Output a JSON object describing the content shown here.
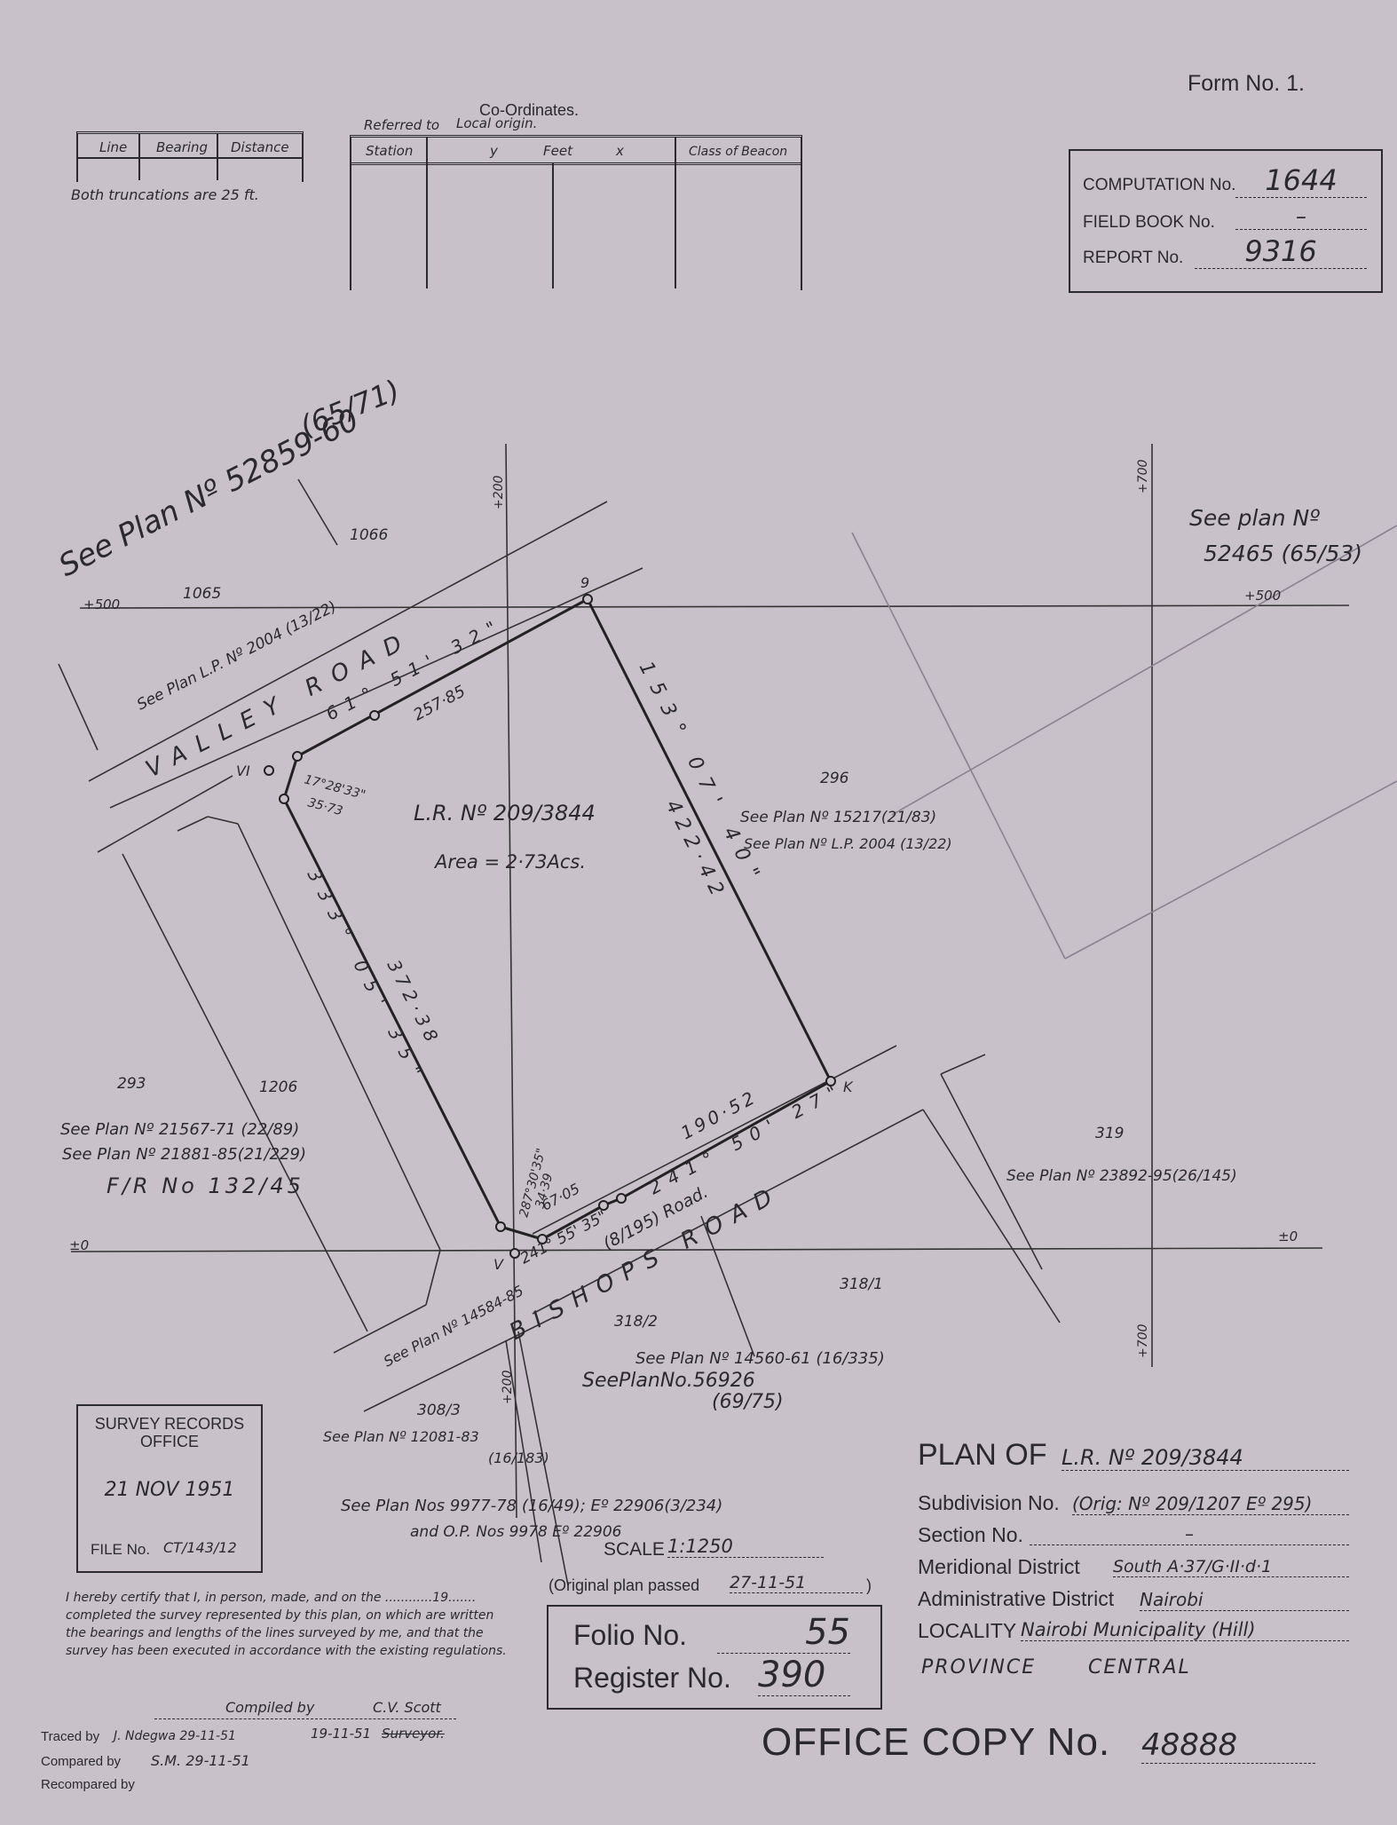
{
  "form_no": "Form No. 1.",
  "comp_box": {
    "computation_label": "COMPUTATION No.",
    "computation_value": "1644",
    "field_book_label": "FIELD BOOK No.",
    "field_book_value": "–",
    "report_label": "REPORT No.",
    "report_value": "9316"
  },
  "line_table": {
    "headers": [
      "Line",
      "Bearing",
      "Distance"
    ],
    "note": "Both truncations are 25 ft."
  },
  "coord_table": {
    "title": "Co-Ordinates.",
    "referred": "Referred to",
    "origin": "Local origin.",
    "headers": [
      "Station",
      "y",
      "Feet",
      "x",
      "Class of Beacon"
    ]
  },
  "plan": {
    "see_plan_top_left": "See Plan Nº 52859-60",
    "ref_65_71": "(65/71)",
    "see_plan_top_right_1": "See plan Nº",
    "see_plan_top_right_2": "52465 (65/53)",
    "grid_500": "+500",
    "grid_500_right": "+500",
    "grid_200_top": "+200",
    "grid_700_top": "+700",
    "grid_0_left": "±0",
    "grid_0_right": "±0",
    "grid_200_bottom": "+200",
    "grid_700_bottom": "+700",
    "lot_1065": "1065",
    "lot_1066": "1066",
    "lot_296": "296",
    "lot_293": "293",
    "lot_1206": "1206",
    "lot_319": "319",
    "lot_318_1": "318/1",
    "lot_318_2": "318/2",
    "lot_308_3": "308/3",
    "valley_road": "VALLEY ROAD",
    "see_plan_lp": "See Plan L.P. Nº 2004 (13/22)",
    "bishops_road": "BISHOPS ROAD",
    "road_8_195": "(8/195) Road.",
    "lr_no": "L.R. Nº 209/3844",
    "area": "Area = 2·73Acs.",
    "beacon_9": "9",
    "beacon_vi": "VI",
    "beacon_v": "V",
    "beacon_k": "K",
    "b_153": "153° 07' 40\"",
    "d_422": "422·42",
    "b_61": "61° 51' 32\"",
    "d_257": "257·85",
    "b_333": "333° 05' 35\"",
    "d_372": "372·38",
    "b_241": "241° 50' 27\"",
    "d_190": "190·52",
    "angle_17": "17°28'33\"",
    "d_3573": "35·73",
    "angle_287": "287°30'35\"",
    "d_3439": "34·39",
    "b_241b": "241° 55' 35\"",
    "d_6705": "67·05",
    "see_15217": "See Plan Nº 15217(21/83)",
    "see_lp2004_right": "See Plan Nº L.P. 2004 (13/22)",
    "see_21567": "See Plan Nº 21567-71 (22/89)",
    "see_21881": "See Plan Nº 21881-85(21/229)",
    "fr_no": "F/R No 132/45",
    "see_23892": "See Plan Nº 23892-95(26/145)",
    "see_14584": "See Plan Nº 14584-85",
    "see_14560": "See Plan Nº 14560-61 (16/335)",
    "see_56926": "SeePlanNo.56926",
    "ref_69_75": "(69/75)",
    "see_12081": "See Plan Nº 12081-83",
    "ref_16_183": "(16/183)"
  },
  "survey_box": {
    "title_1": "SURVEY RECORDS",
    "title_2": "OFFICE",
    "date": "21 NOV 1951",
    "file_label": "FILE No.",
    "file_value": "CT/143/12"
  },
  "see_plans_bottom_1": "See Plan Nos 9977-78 (16/49); Eº 22906(3/234)",
  "see_plans_bottom_2": "and O.P. Nos 9978 Eº 22906",
  "scale_label": "SCALE",
  "scale_value": "1:1250",
  "original_passed_label": "(Original plan passed",
  "original_passed_value": "27-11-51",
  "original_passed_end": ")",
  "folio": {
    "folio_label": "Folio No.",
    "folio_value": "55",
    "register_label": "Register No.",
    "register_value": "390"
  },
  "plan_info": {
    "plan_of_label": "PLAN OF",
    "plan_of_value": "L.R. Nº 209/3844",
    "subdivision_label": "Subdivision No.",
    "subdivision_value": "(Orig: Nº 209/1207 Eº 295)",
    "section_label": "Section No.",
    "section_value": "–",
    "meridional_label": "Meridional District",
    "meridional_value": "South A·37/G·II·d·1",
    "admin_label": "Administrative District",
    "admin_value": "Nairobi",
    "locality_label": "LOCALITY",
    "locality_value": "Nairobi Municipality (Hill)",
    "province_label": "PROVINCE",
    "province_value": "CENTRAL"
  },
  "certify_text": [
    "I hereby certify that I, in person, made, and on the ............19.......",
    "completed the survey represented by this plan, on which are written",
    "the bearings and lengths of the lines surveyed by me, and that the",
    "survey has been executed in accordance with the existing regulations."
  ],
  "compiled_label": "Compiled by",
  "compiled_value": "C.V. Scott",
  "compiled_date": "19-11-51",
  "surveyor_label": "Surveyor.",
  "traced_label": "Traced by",
  "traced_value": "J. Ndegwa 29-11-51",
  "compared_label": "Compared by",
  "compared_value": "S.M. 29-11-51",
  "recompared_label": "Recompared by",
  "office_copy_label": "OFFICE COPY No.",
  "office_copy_value": "48888"
}
